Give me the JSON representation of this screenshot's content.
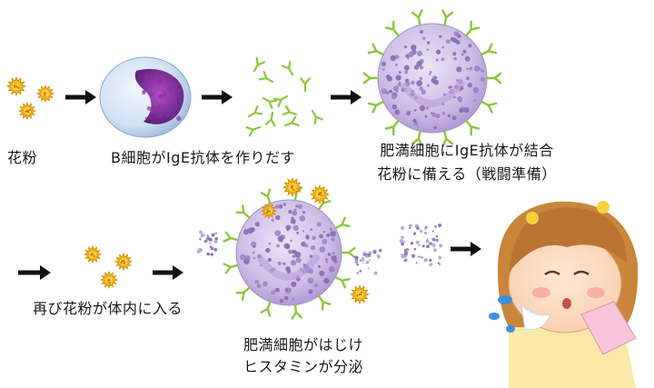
{
  "diagram": {
    "labels": {
      "pollen": "花粉",
      "b_cell": "B細胞がIgE抗体を作りだす",
      "mast_bind_1": "肥満細胞にIgE抗体が結合",
      "mast_bind_2": "花粉に備える（戦闘準備）",
      "reentry": "再び花粉が体内に入る",
      "degranulation_1": "肥満細胞がはじけ",
      "degranulation_2": "ヒスタミンが分泌"
    },
    "icons": [
      "pollen-grain-icon",
      "b-cell-icon",
      "ige-antibody-icon",
      "mast-cell-icon",
      "histamine-particle-icon",
      "sneezing-girl-icon",
      "arrow-right-icon"
    ],
    "colors": {
      "pollen": "#f2b51b",
      "cell_body": "#c8b7e3",
      "cell_dots": "#8a6aaf",
      "nucleus": "#7a2b92",
      "antibody": "#8cc63f",
      "arrow": "#111111"
    }
  }
}
